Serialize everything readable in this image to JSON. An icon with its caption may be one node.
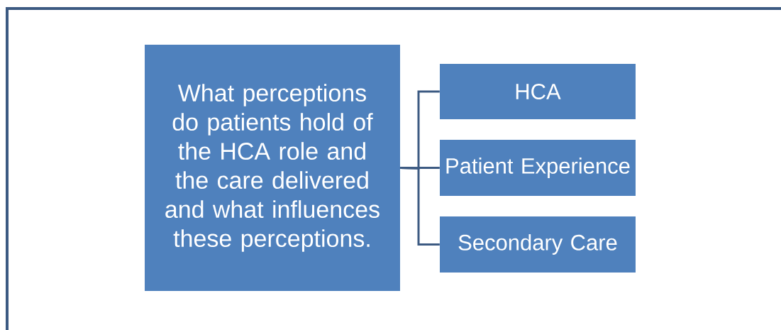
{
  "diagram": {
    "nodes": [
      {
        "text": [
          "What perceptions do patients hold of the HCA role and the care delivered and what influences these perceptions."
        ]
      },
      {
        "text": [
          "HCA"
        ]
      },
      {
        "text": [
          "Patient Experience"
        ]
      },
      {
        "text": [
          "Secondary Care"
        ]
      }
    ],
    "edges": [
      {
        "from": 0,
        "to": 1,
        "arrow": "none"
      },
      {
        "from": 0,
        "to": 2,
        "arrow": "none"
      },
      {
        "from": 0,
        "to": 3,
        "arrow": "none"
      }
    ]
  }
}
